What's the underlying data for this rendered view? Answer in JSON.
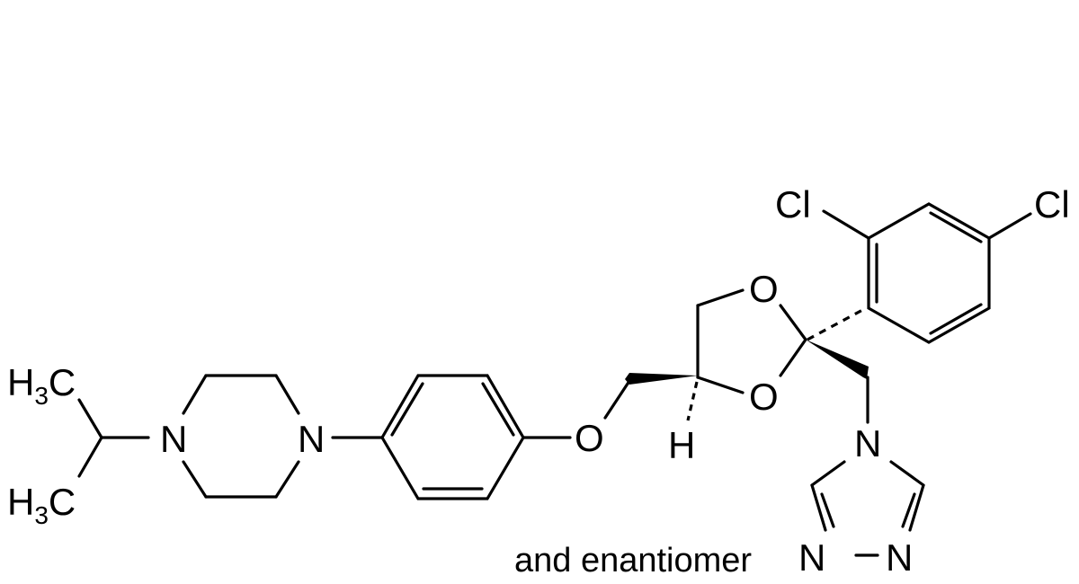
{
  "diagram": {
    "type": "chemical-structure",
    "caption": "and enantiomer",
    "atoms": {
      "methyl_top": {
        "main": "H",
        "sub": "3",
        "tail": "C"
      },
      "methyl_bottom": {
        "main": "H",
        "sub": "3",
        "tail": "C"
      },
      "piperazine_n1": "N",
      "piperazine_n2": "N",
      "ether_o": "O",
      "dioxolane_o1": "O",
      "dioxolane_o3": "O",
      "stereo_h": "H",
      "cl_ortho": "Cl",
      "cl_para": "Cl",
      "triazole_n4": "N",
      "triazole_n1": "N",
      "triazole_n2": "N"
    },
    "components": [
      "isopropyl",
      "piperazine",
      "1,4-phenylene",
      "ether oxygen",
      "1,3-dioxolane",
      "2,4-dichlorophenyl",
      "1,2,4-triazol-4-yl methyl"
    ]
  }
}
